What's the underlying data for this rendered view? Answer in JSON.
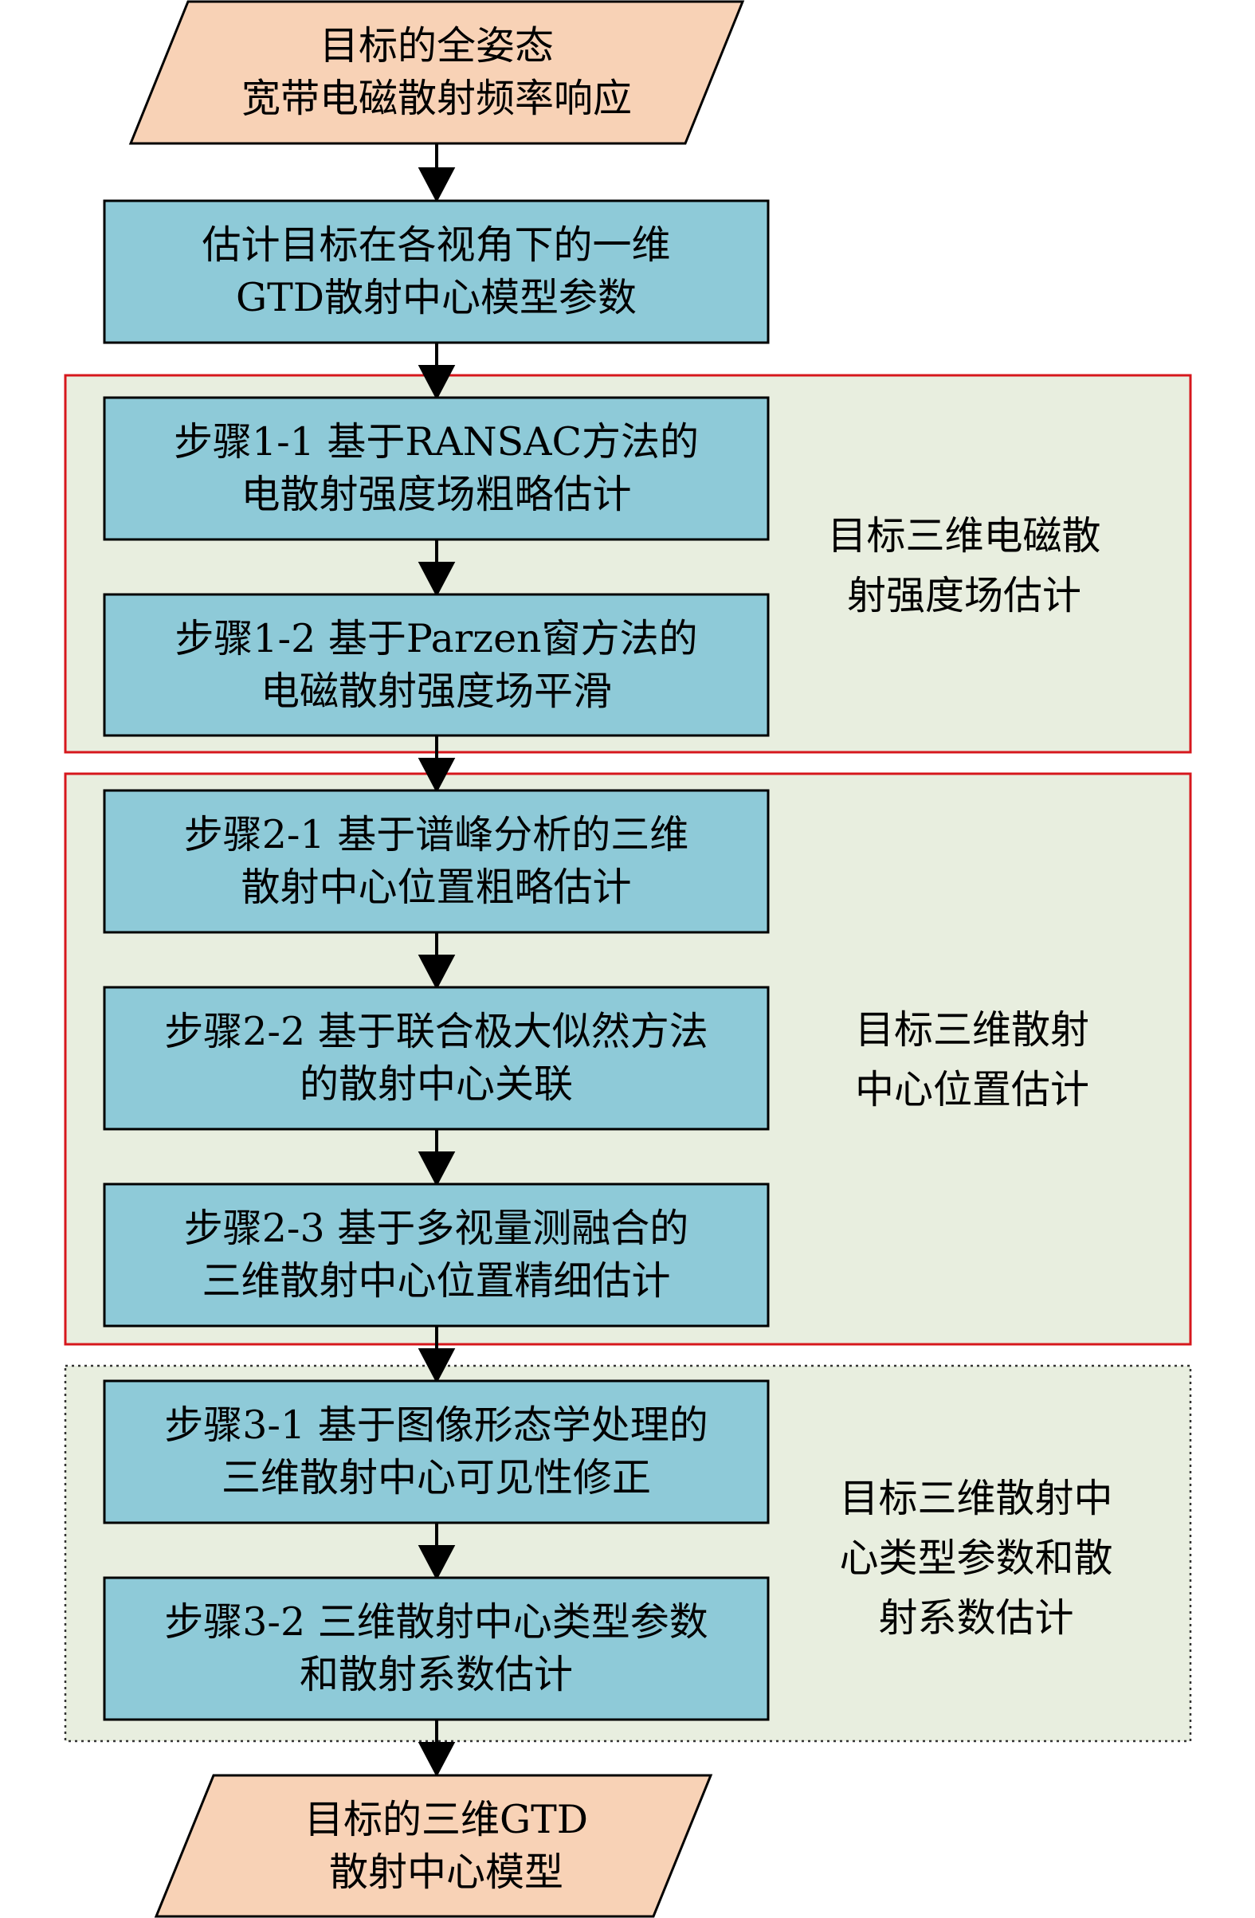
{
  "colors": {
    "io_fill": "#f8d2b6",
    "process_fill": "#8ecad8",
    "group_fill": "#e8eedf",
    "group_border_solid": "#d6171c",
    "group_border_dotted": "#333333",
    "line": "#000000"
  },
  "start_node": {
    "lines": [
      "目标的全姿态",
      "宽带电磁散射频率响应"
    ]
  },
  "pre_step": {
    "lines": [
      "估计目标在各视角下的一维",
      "GTD散射中心模型参数"
    ]
  },
  "groups": [
    {
      "label": [
        "目标三维电磁散",
        "射强度场估计"
      ],
      "steps": [
        {
          "lines": [
            "步骤1-1 基于RANSAC方法的",
            "电散射强度场粗略估计"
          ]
        },
        {
          "lines": [
            "步骤1-2 基于Parzen窗方法的",
            "电磁散射强度场平滑"
          ]
        }
      ]
    },
    {
      "label": [
        "目标三维散射",
        "中心位置估计"
      ],
      "steps": [
        {
          "lines": [
            "步骤2-1 基于谱峰分析的三维",
            "散射中心位置粗略估计"
          ]
        },
        {
          "lines": [
            "步骤2-2 基于联合极大似然方法",
            "的散射中心关联"
          ]
        },
        {
          "lines": [
            "步骤2-3 基于多视量测融合的",
            "三维散射中心位置精细估计"
          ]
        }
      ]
    },
    {
      "label": [
        "目标三维散射中",
        "心类型参数和散",
        "射系数估计"
      ],
      "steps": [
        {
          "lines": [
            "步骤3-1 基于图像形态学处理的",
            "三维散射中心可见性修正"
          ]
        },
        {
          "lines": [
            "步骤3-2 三维散射中心类型参数",
            "和散射系数估计"
          ]
        }
      ]
    }
  ],
  "end_node": {
    "lines": [
      "目标的三维GTD",
      "散射中心模型"
    ]
  }
}
